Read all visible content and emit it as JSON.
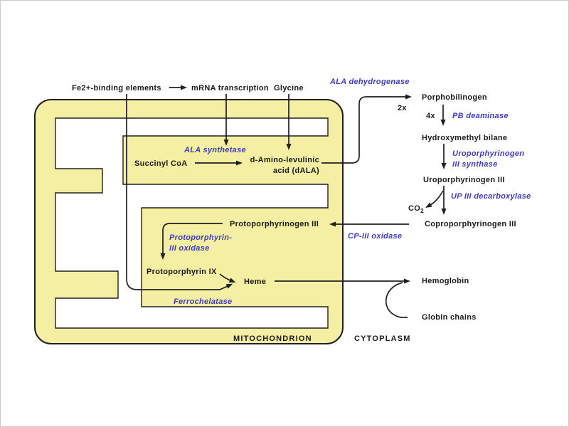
{
  "colors": {
    "background": "#ffffff",
    "membrane_fill": "#f4efa2",
    "outline": "#1f1f1f",
    "compound_text": "#1a1a1a",
    "enzyme_text": "#3c3cc0"
  },
  "compartments": {
    "mitochondrion": "MITOCHONDRION",
    "cytoplasm": "CYTOPLASM"
  },
  "labels": {
    "fe_binding": "Fe2+-binding elements",
    "mrna": "mRNA transcription",
    "glycine": "Glycine",
    "succinyl_coa": "Succinyl CoA",
    "dala": "d-Amino-levulinic\nacid (dALA)",
    "porphobilinogen": "Porphobilinogen",
    "hydroxymethyl_bilane": "Hydroxymethyl bilane",
    "uroporphyrinogen_iii": "Uroporphyrinogen III",
    "coproporphyrinogen_iii": "Coproporphyrinogen III",
    "protoporphyrinogen_iii": "Protoporphyrinogen III",
    "protoporphyrin_ix": "Protoporphyrin IX",
    "heme": "Heme",
    "hemoglobin": "Hemoglobin",
    "globin_chains": "Globin chains",
    "co2_base": "CO",
    "co2_sub": "2",
    "multiplier_2x": "2x",
    "multiplier_4x": "4x"
  },
  "enzymes": {
    "ala_dehydrogenase": "ALA dehydrogenase",
    "pb_deaminase": "PB deaminase",
    "uro_iii_synthase": "Uroporphyrinogen\nIII synthase",
    "up_iii_decarboxylase": "UP III decarboxylase",
    "cp_iii_oxidase": "CP-III oxidase",
    "ala_synthetase": "ALA synthetase",
    "protoporphyrin_iii_oxidase": "Protoporphyrin-\nIII oxidase",
    "ferrochelatase": "Ferrochelatase"
  }
}
